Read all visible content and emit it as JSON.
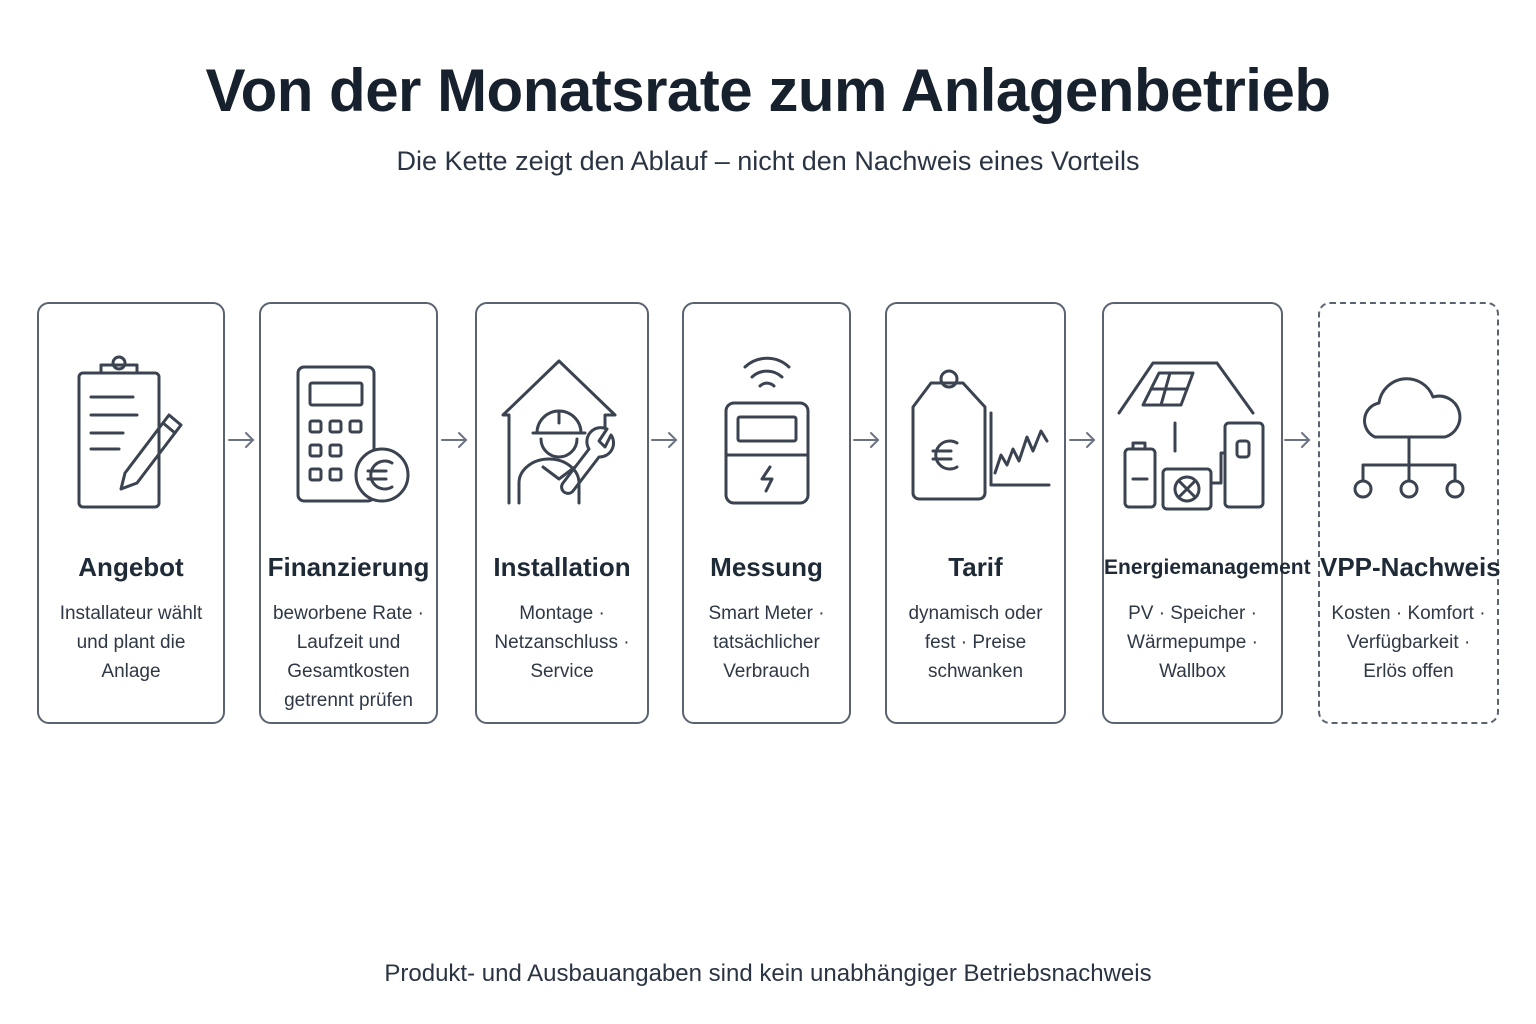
{
  "title": "Von der Monatsrate zum Anlagenbetrieb",
  "subtitle": "Die Kette zeigt den Ablauf – nicht den Nachweis eines Vorteils",
  "footer": "Produkt- und Ausbauangaben sind kein unabhängiger Betriebsnachweis",
  "steps": [
    {
      "title": "Angebot",
      "desc": "Installateur wählt und plant die Anlage",
      "icon": "clipboard-pencil-icon"
    },
    {
      "title": "Finanzierung",
      "desc": "beworbene Rate · Laufzeit und Gesamtkosten getrennt prüfen",
      "icon": "calculator-euro-icon"
    },
    {
      "title": "Installation",
      "desc": "Montage · Netzanschluss · Service",
      "icon": "house-worker-wrench-icon"
    },
    {
      "title": "Messung",
      "desc": "Smart Meter · tatsächlicher Verbrauch",
      "icon": "smart-meter-icon"
    },
    {
      "title": "Tarif",
      "desc": "dynamisch oder fest · Preise schwanken",
      "icon": "euro-tag-chart-icon"
    },
    {
      "title": "Energiemanagement",
      "desc": "PV · Speicher · Wärmepumpe · Wallbox",
      "icon": "solar-house-devices-icon"
    },
    {
      "title": "VPP-Nachweis",
      "desc": "Kosten · Komfort · Verfügbarkeit · Erlös offen",
      "icon": "cloud-network-icon"
    }
  ],
  "colors": {
    "stroke": "#3b4350",
    "border": "#5a6370",
    "text": "#1f2a37"
  }
}
